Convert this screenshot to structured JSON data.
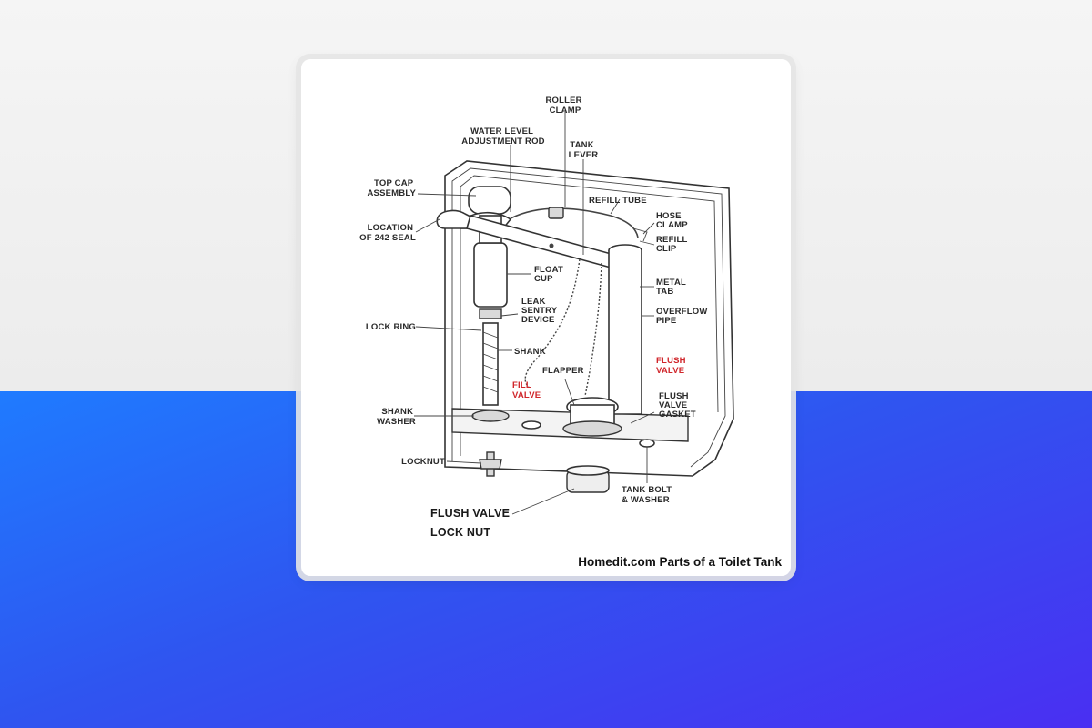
{
  "diagram": {
    "labels": {
      "roller_clamp": [
        "ROLLER",
        "CLAMP"
      ],
      "water_level_rod": [
        "WATER LEVEL",
        "ADJUSTMENT ROD"
      ],
      "tank_lever": [
        "TANK",
        "LEVER"
      ],
      "top_cap": [
        "TOP CAP",
        "ASSEMBLY"
      ],
      "refill_tube": [
        "REFILL TUBE"
      ],
      "hose_clamp": [
        "HOSE",
        "CLAMP"
      ],
      "seal": [
        "LOCATION",
        "OF 242 SEAL"
      ],
      "refill_clip": [
        "REFILL",
        "CLIP"
      ],
      "float_cup": [
        "FLOAT",
        "CUP"
      ],
      "metal_tab": [
        "METAL",
        "TAB"
      ],
      "leak_sentry": [
        "LEAK",
        "SENTRY",
        "DEVICE"
      ],
      "overflow_pipe": [
        "OVERFLOW",
        "PIPE"
      ],
      "lock_ring": [
        "LOCK RING"
      ],
      "shank": [
        "SHANK"
      ],
      "flush_valve": [
        "FLUSH",
        "VALVE"
      ],
      "flapper": [
        "FLAPPER"
      ],
      "fill_valve": [
        "FILL",
        "VALVE"
      ],
      "flush_valve_gasket": [
        "FLUSH",
        "VALVE",
        "GASKET"
      ],
      "shank_washer": [
        "SHANK",
        "WASHER"
      ],
      "locknut": [
        "LOCKNUT"
      ],
      "tank_bolt": [
        "TANK BOLT",
        "& WASHER"
      ],
      "flush_valve_lock_nut": [
        "FLUSH VALVE",
        "LOCK NUT"
      ]
    },
    "caption": "Homedit.com Parts of a Toilet Tank"
  },
  "colors": {
    "accent_red": "#d0262b",
    "bg_blue_start": "#1f7bff",
    "bg_blue_end": "#4a2ff2"
  }
}
